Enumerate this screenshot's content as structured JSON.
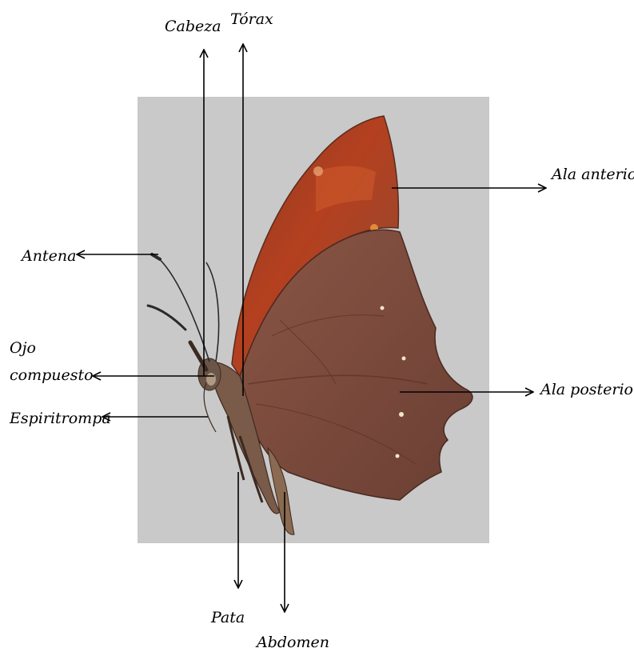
{
  "labels": {
    "cabeza": "Cabeza",
    "torax": "Tórax",
    "ala_anterior": "Ala anterior",
    "antena": "Antena",
    "ojo_line1": "Ojo",
    "ojo_line2": "compuesto",
    "ala_posterior": "Ala posterior",
    "espiritrompa": "Espiritrompa",
    "pata": "Pata",
    "abdomen": "Abdomen"
  },
  "colors": {
    "photo_background": "#c9c9c9",
    "forewing_orange": "#b4401f",
    "hindwing_brown": "#7a4a3c",
    "arrow": "#000000"
  },
  "icons": {
    "specimen": "butterfly-photo",
    "arrows": "arrow-icon"
  }
}
